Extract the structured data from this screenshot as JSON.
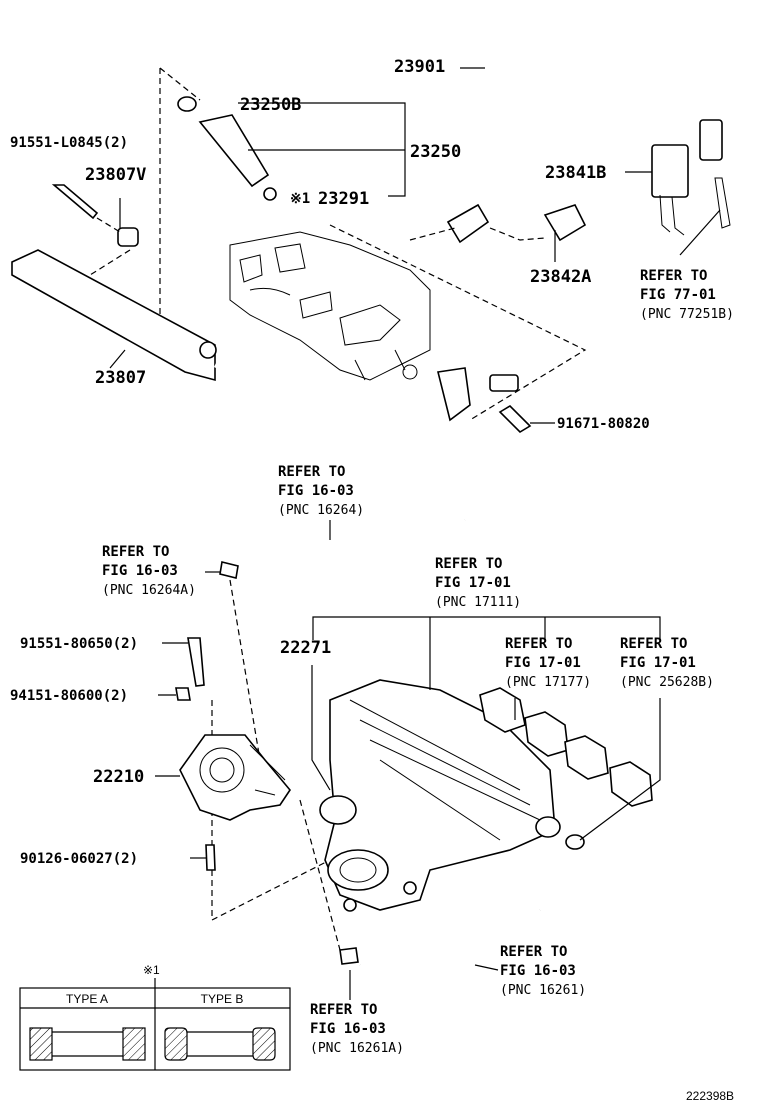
{
  "parts": {
    "p23901": "23901",
    "p23250b": "23250B",
    "p23250": "23250",
    "p23291": "23291",
    "p23291_mark": "※1",
    "p91551_l0845": "91551-L0845(2)",
    "p23807v": "23807V",
    "p23841b": "23841B",
    "p23842a": "23842A",
    "p23807": "23807",
    "p91671": "91671-80820",
    "p22271": "22271",
    "p91551_80650": "91551-80650(2)",
    "p94151": "94151-80600(2)",
    "p22210": "22210",
    "p90126": "90126-06027(2)"
  },
  "refs": {
    "fig77": [
      "REFER TO",
      "FIG 77-01",
      "(PNC 77251B)"
    ],
    "fig16_top": [
      "REFER TO",
      "FIG 16-03",
      "(PNC 16264)"
    ],
    "fig16_a": [
      "REFER TO",
      "FIG 16-03",
      "(PNC 16264A)"
    ],
    "fig17_main": [
      "REFER TO",
      "FIG 17-01",
      "(PNC 17111)"
    ],
    "fig17_b": [
      "REFER TO",
      "FIG 17-01",
      "(PNC 17177)"
    ],
    "fig17_c": [
      "REFER TO",
      "FIG 17-01",
      "(PNC 25628B)"
    ],
    "fig16_b": [
      "REFER TO",
      "FIG 16-03",
      "(PNC 16261)"
    ],
    "fig16_c": [
      "REFER TO",
      "FIG 16-03",
      "(PNC 16261A)"
    ]
  },
  "legend": {
    "mark": "※1",
    "type_a": "TYPE A",
    "type_b": "TYPE B"
  },
  "diagram_id": "222398B"
}
